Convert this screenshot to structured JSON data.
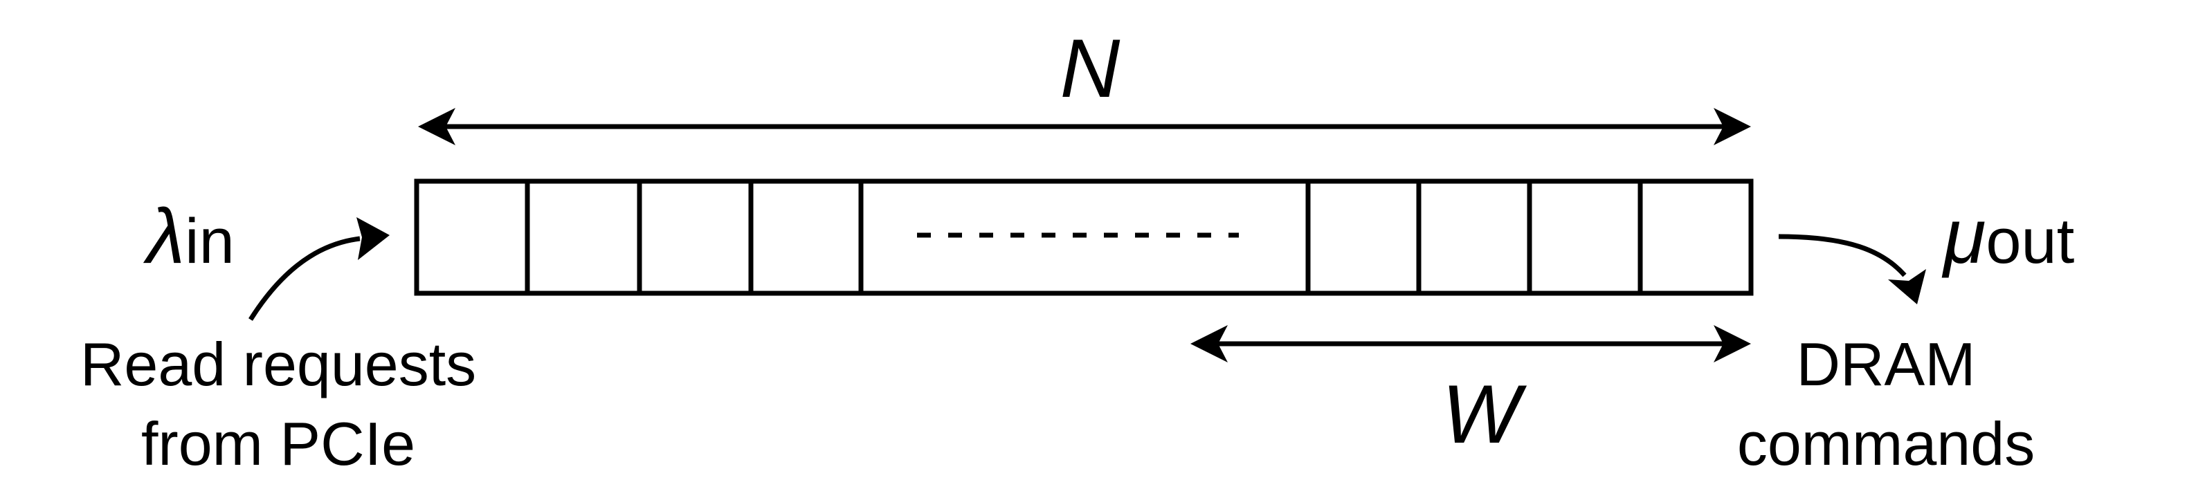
{
  "labels": {
    "n": "N",
    "w": "W",
    "lambda_symbol": "λ",
    "lambda_sub": "in",
    "mu_symbol": "μ",
    "mu_sub": "out",
    "input_line1": "Read requests",
    "input_line2": "from PCIe",
    "output_line1": "DRAM",
    "output_line2": "commands"
  }
}
